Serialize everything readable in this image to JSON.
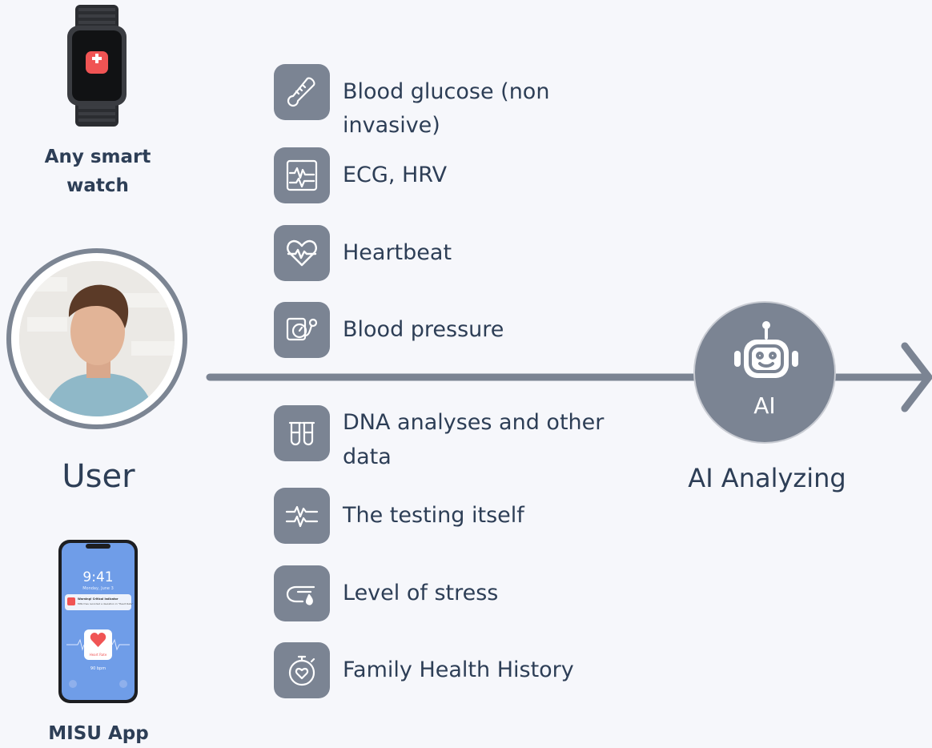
{
  "watch_label": "Any smart watch",
  "user_label": "User",
  "app_label": "MISU App",
  "phone": {
    "time": "9:41",
    "date": "Monday, June 3",
    "notification_title": "Warning! Critical indicator",
    "notification_body": "MISU has recorded a deviation in \"Heart Rate\"",
    "widget_label": "Heart Rate",
    "bpm": "90 bpm"
  },
  "items": [
    {
      "label": "Blood glucose (non invasive)",
      "icon": "thermometer-icon"
    },
    {
      "label": "ECG, HRV",
      "icon": "ecg-monitor-icon"
    },
    {
      "label": "Heartbeat",
      "icon": "heart-pulse-icon"
    },
    {
      "label": "Blood pressure",
      "icon": "blood-pressure-icon"
    },
    {
      "label": "DNA analyses and other data",
      "icon": "test-tubes-icon"
    },
    {
      "label": "The testing itself",
      "icon": "pulse-wave-icon"
    },
    {
      "label": "Level of stress",
      "icon": "sweat-drop-icon"
    },
    {
      "label": "Family Health History",
      "icon": "stopwatch-heart-icon"
    }
  ],
  "ai": {
    "badge": "AI",
    "label": "AI Analyzing",
    "icon": "robot-icon"
  },
  "colors": {
    "accent": "#7b8493",
    "text": "#2d3e56",
    "background": "#f6f7fb"
  }
}
